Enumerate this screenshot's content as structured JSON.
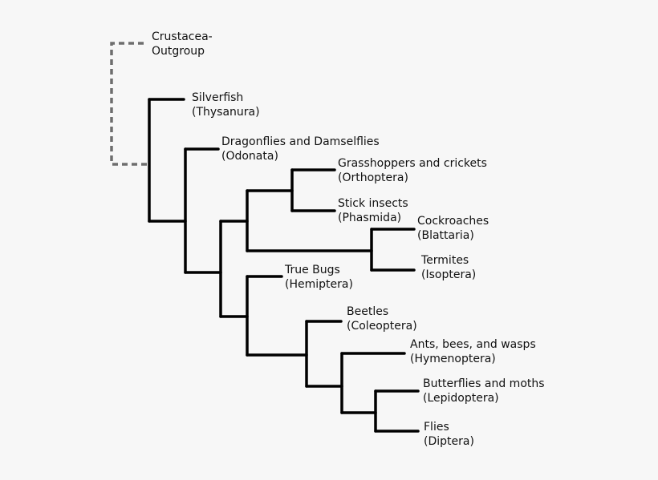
{
  "taxa": [
    {
      "id": "crustacea",
      "name": "Crustacea-",
      "group": "Outgroup"
    },
    {
      "id": "silverfish",
      "name": "Silverfish",
      "group": "(Thysanura)"
    },
    {
      "id": "dragonflies",
      "name": "Dragonflies and Damselflies",
      "group": "(Odonata)"
    },
    {
      "id": "grasshoppers",
      "name": "Grasshoppers and crickets",
      "group": "(Orthoptera)"
    },
    {
      "id": "stick-insects",
      "name": "Stick insects",
      "group": "(Phasmida)"
    },
    {
      "id": "cockroaches",
      "name": "Cockroaches",
      "group": "(Blattaria)"
    },
    {
      "id": "termites",
      "name": "Termites",
      "group": "(Isoptera)"
    },
    {
      "id": "true-bugs",
      "name": "True Bugs",
      "group": "(Hemiptera)"
    },
    {
      "id": "beetles",
      "name": "Beetles",
      "group": "(Coleoptera)"
    },
    {
      "id": "ants",
      "name": "Ants, bees, and wasps",
      "group": "(Hymenoptera)"
    },
    {
      "id": "butterflies",
      "name": "Butterflies and moths",
      "group": "(Lepidoptera)"
    },
    {
      "id": "flies",
      "name": "Flies",
      "group": "(Diptera)"
    }
  ],
  "colors": {
    "background": "#f7f7f7",
    "branch": "#000000",
    "outgroup_branch": "#6e6e6e",
    "text": "#111111"
  }
}
